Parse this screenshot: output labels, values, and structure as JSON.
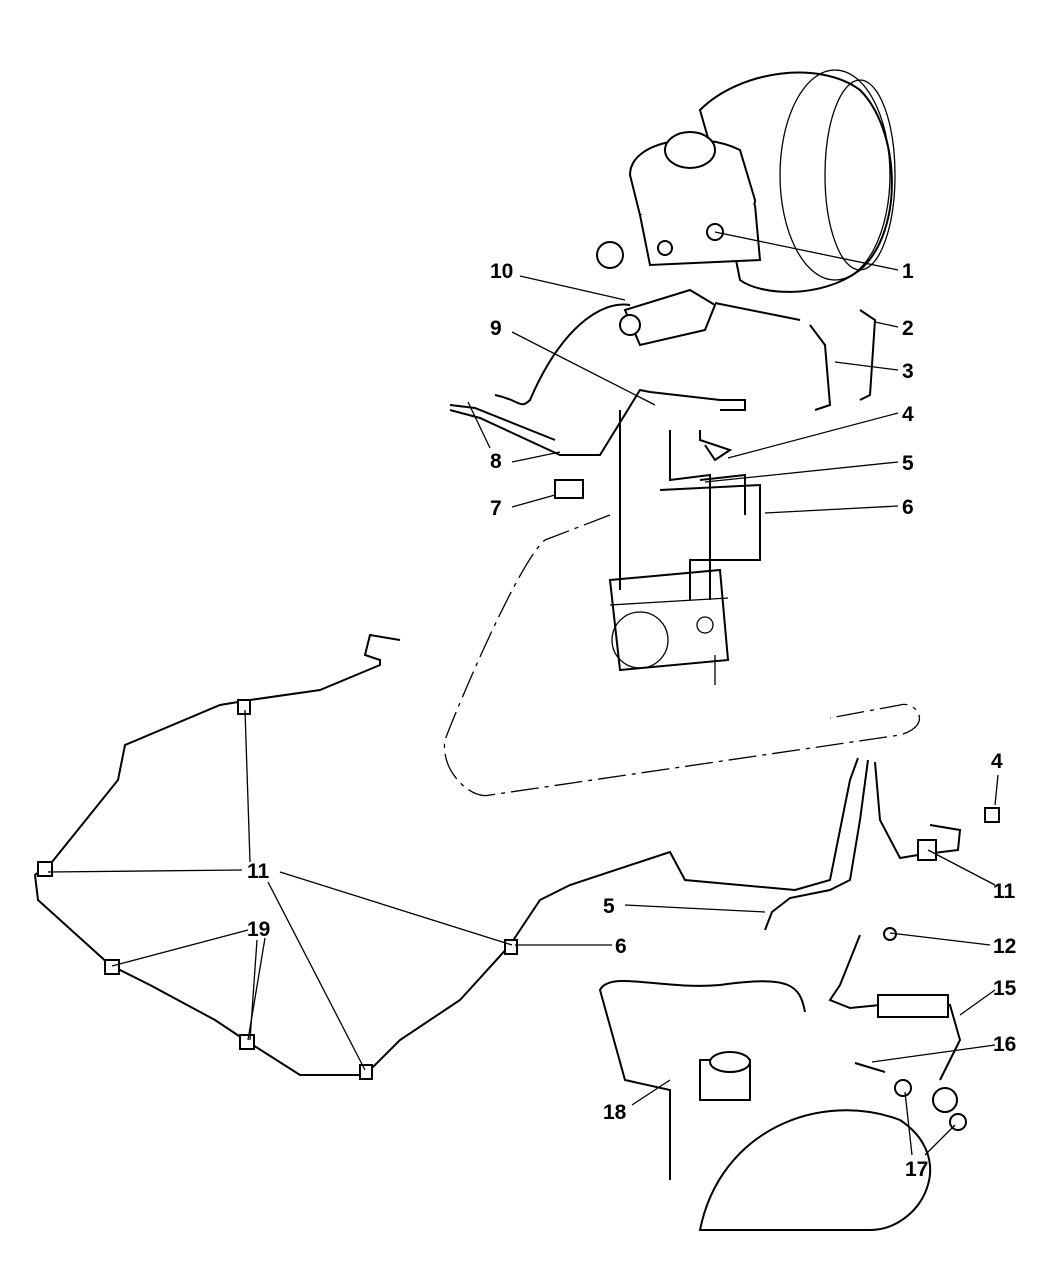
{
  "diagram": {
    "title": "Brake lines and hoses parts diagram",
    "callouts": {
      "c1": "1",
      "c2": "2",
      "c3": "3",
      "c4a": "4",
      "c5a": "5",
      "c6a": "6",
      "c7": "7",
      "c8": "8",
      "c9": "9",
      "c10": "10",
      "c4b": "4",
      "c11a": "11",
      "c5b": "5",
      "c12": "12",
      "c6b": "6",
      "c15": "15",
      "c16": "16",
      "c17": "17",
      "c18": "18",
      "c11b": "11",
      "c19": "19"
    }
  }
}
